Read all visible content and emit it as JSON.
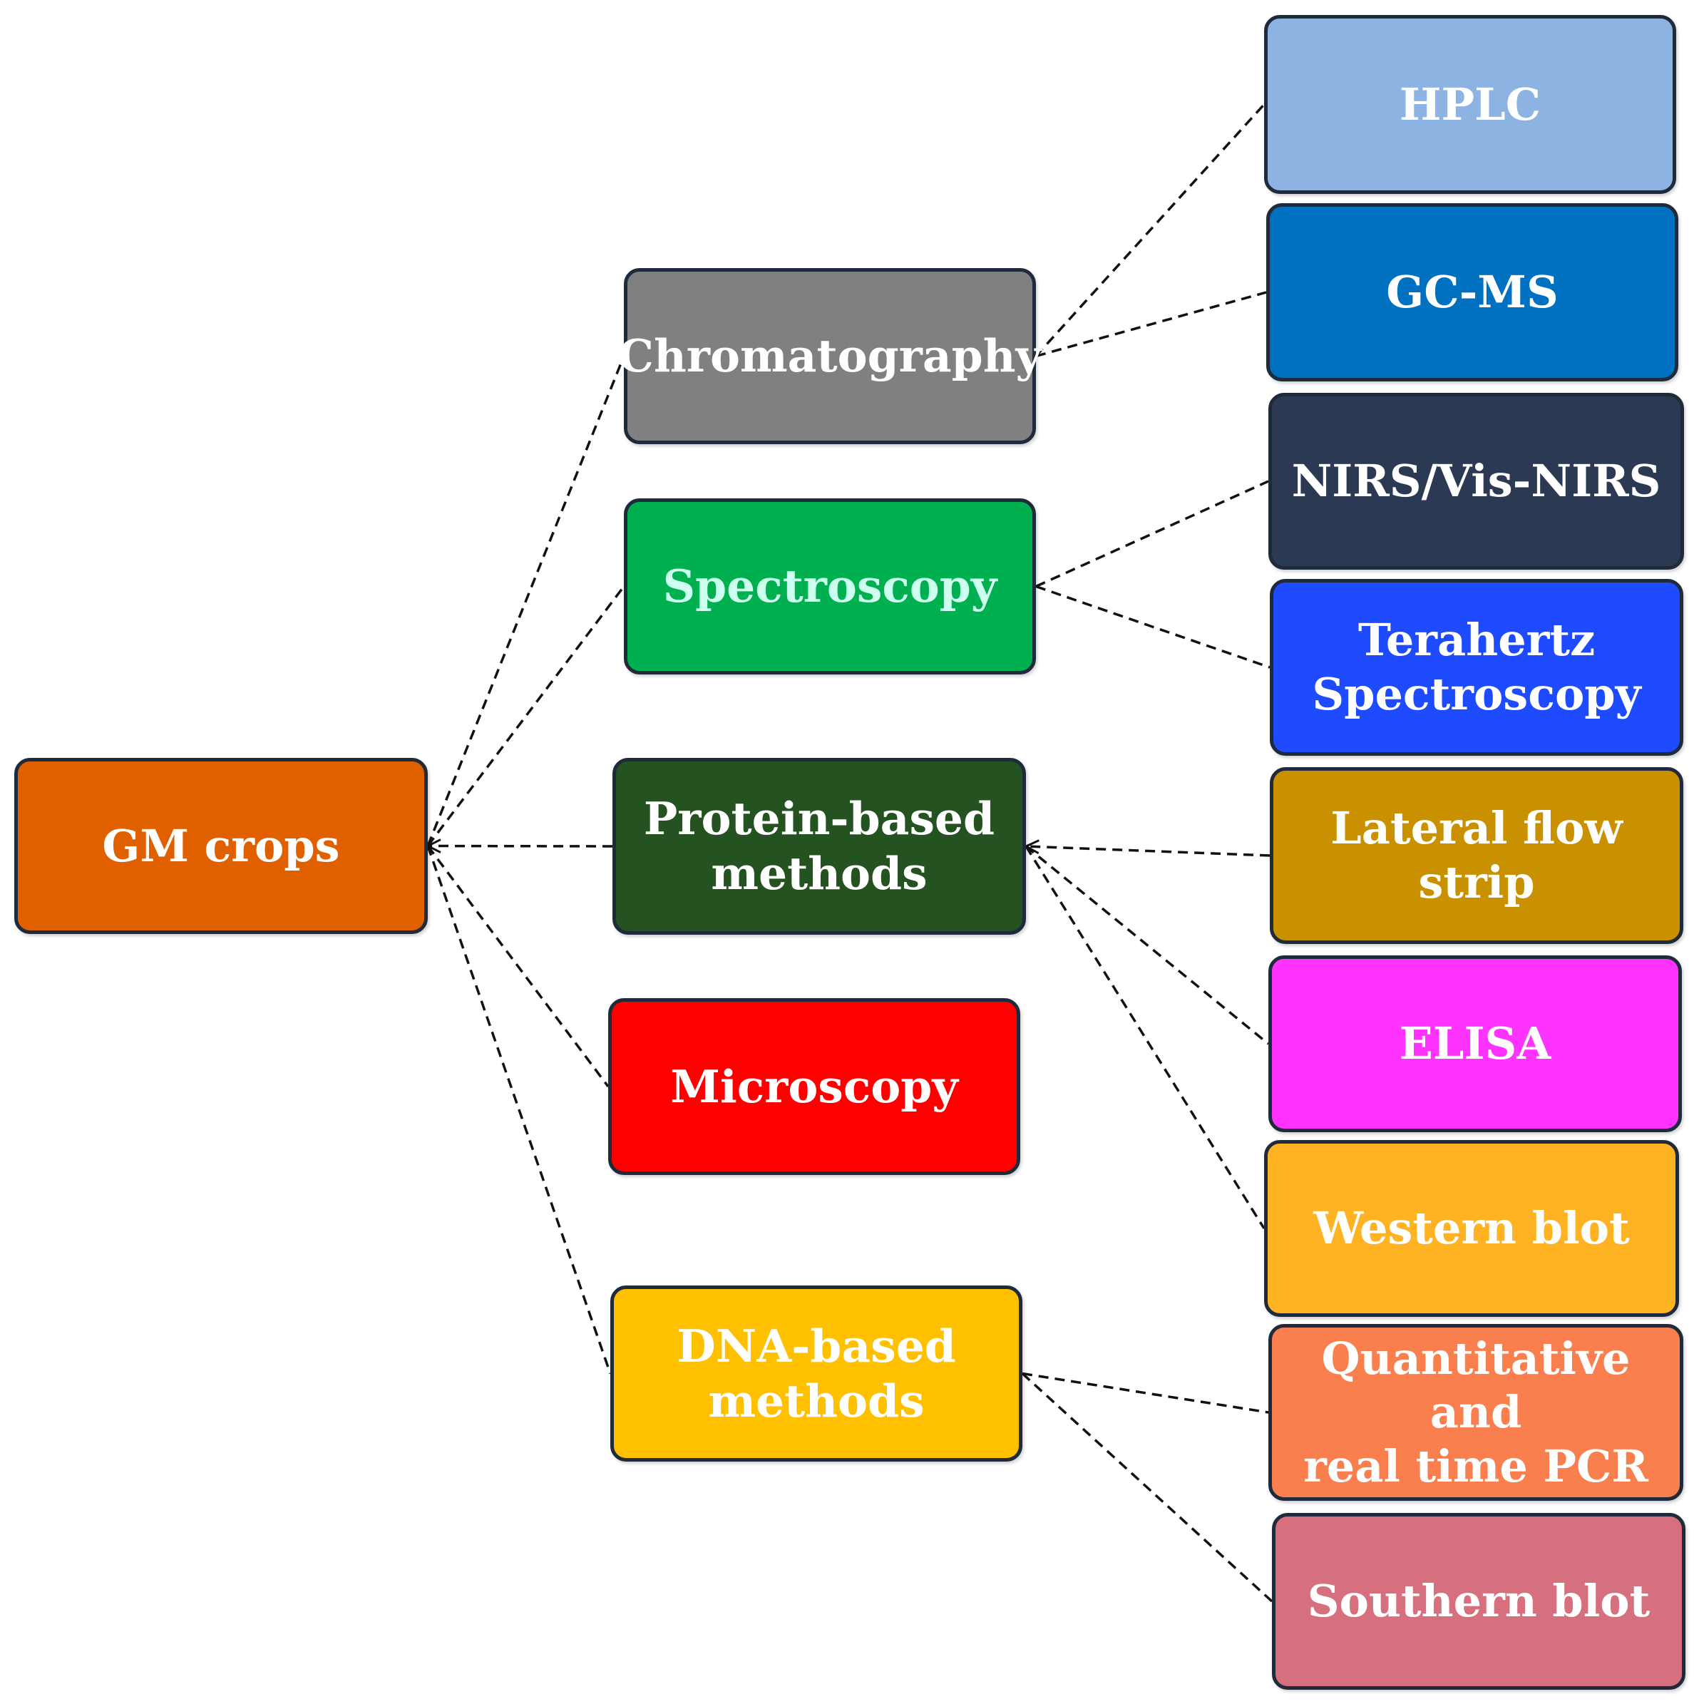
{
  "nodes": {
    "gm_crops": {
      "label": "GM crops",
      "color": "#E06000",
      "text_color": "#ffffff"
    },
    "chromatography": {
      "label": "Chromatography",
      "color": "#808080",
      "text_color": "#ffffff"
    },
    "spectroscopy": {
      "label": "Spectroscopy",
      "color": "#00B050",
      "text_color": "#CCFFEE"
    },
    "protein_based": {
      "label": "Protein-based\nmethods",
      "color": "#245220",
      "text_color": "#ffffff"
    },
    "microscopy": {
      "label": "Microscopy",
      "color": "#FF0000",
      "text_color": "#ffffff"
    },
    "dna_based": {
      "label": "DNA-based\nmethods",
      "color": "#FFC000",
      "text_color": "#ffffff"
    },
    "hplc": {
      "label": "HPLC",
      "color": "#8DB3E2",
      "text_color": "#ffffff"
    },
    "gc_ms": {
      "label": "GC-MS",
      "color": "#0070C0",
      "text_color": "#ffffff"
    },
    "nirs": {
      "label": "NIRS/Vis-NIRS",
      "color": "#2B3A52",
      "text_color": "#ffffff"
    },
    "terahertz": {
      "label": "Terahertz\nSpectroscopy",
      "color": "#1F4BFF",
      "text_color": "#ffffff"
    },
    "lateral_flow": {
      "label": "Lateral flow strip",
      "color": "#C99000",
      "text_color": "#ffffff"
    },
    "elisa": {
      "label": "ELISA",
      "color": "#FF33FF",
      "text_color": "#ffffff"
    },
    "western_blot": {
      "label": "Western blot",
      "color": "#FFB323",
      "text_color": "#ffffff"
    },
    "qpcr": {
      "label": "Quantitative and\nreal time PCR",
      "color": "#F97F4E",
      "text_color": "#ffffff"
    },
    "southern_blot": {
      "label": "Southern blot",
      "color": "#D7707E",
      "text_color": "#ffffff"
    }
  },
  "edges": [
    {
      "from": "gm_crops",
      "to": "chromatography"
    },
    {
      "from": "gm_crops",
      "to": "spectroscopy"
    },
    {
      "from": "protein_based",
      "to": "gm_crops",
      "arrow": true
    },
    {
      "from": "gm_crops",
      "to": "microscopy"
    },
    {
      "from": "gm_crops",
      "to": "dna_based"
    },
    {
      "from": "chromatography",
      "to": "hplc"
    },
    {
      "from": "chromatography",
      "to": "gc_ms"
    },
    {
      "from": "spectroscopy",
      "to": "nirs"
    },
    {
      "from": "spectroscopy",
      "to": "terahertz"
    },
    {
      "from": "lateral_flow",
      "to": "protein_based",
      "arrow": true
    },
    {
      "from": "protein_based",
      "to": "elisa"
    },
    {
      "from": "protein_based",
      "to": "western_blot"
    },
    {
      "from": "dna_based",
      "to": "qpcr"
    },
    {
      "from": "dna_based",
      "to": "southern_blot"
    }
  ],
  "edge_style": {
    "line": "dashed",
    "color": "#111111"
  }
}
